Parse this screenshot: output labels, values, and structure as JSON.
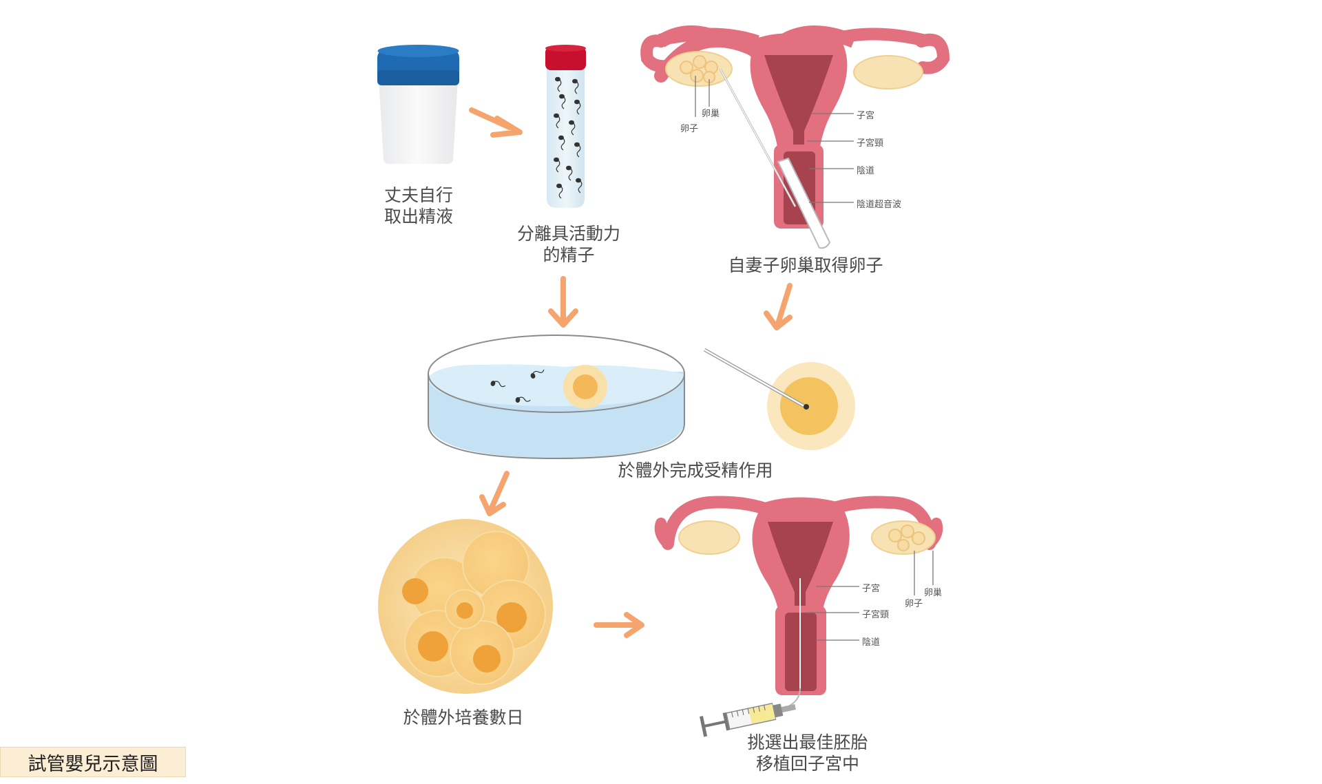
{
  "title": "試管嬰兒示意圖",
  "steps": {
    "collect_semen": [
      "丈夫自行",
      "取出精液"
    ],
    "separate_sperm": [
      "分離具活動力",
      "的精子"
    ],
    "retrieve_eggs": [
      "自妻子卵巢取得卵子"
    ],
    "fertilization": [
      "於體外完成受精作用"
    ],
    "culture": [
      "於體外培養數日"
    ],
    "transfer": [
      "挑選出最佳胚胎",
      "移植回子宮中"
    ]
  },
  "anatomy_top": {
    "egg": "卵子",
    "ovary": "卵巢",
    "uterus": "子宮",
    "cervix": "子宮頸",
    "vagina": "陰道",
    "ultrasound": "陰道超音波"
  },
  "anatomy_bottom": {
    "uterus": "子宮",
    "cervix": "子宮頸",
    "vagina": "陰道",
    "egg": "卵子",
    "ovary": "卵巢"
  },
  "colors": {
    "arrow": "#f4a46c",
    "uterus_outer": "#e2707e",
    "uterus_inner": "#a7434f",
    "ovary": "#f7e2b4",
    "egg": "#f2c35e",
    "dish_liquid": "#c4e2f3",
    "cup_lid": "#1f6ab0",
    "tube_cap": "#c8102e"
  }
}
